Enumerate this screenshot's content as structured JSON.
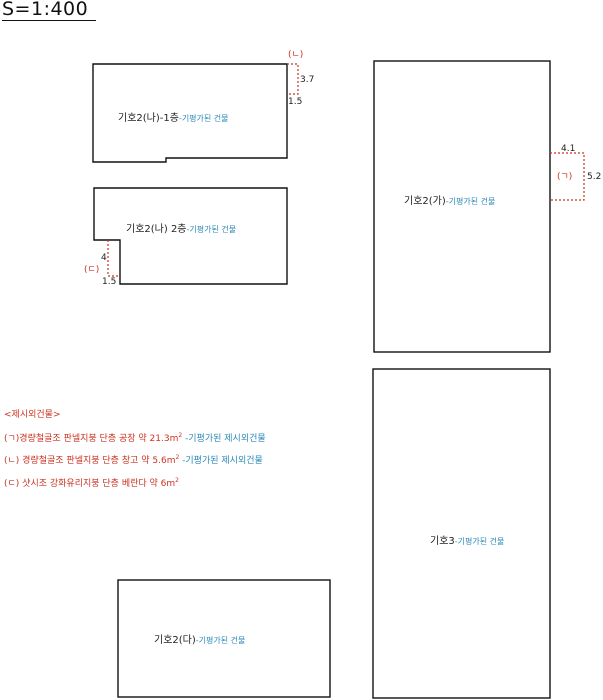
{
  "scale_label": "S=1:400",
  "colors": {
    "outline": "#111111",
    "annex": "#cc3322",
    "leased": "#2a8ab8"
  },
  "buildings": [
    {
      "id": "bldg-2na-1f",
      "label": "기호2(나)-1층",
      "suffix": "-기평가된 건물"
    },
    {
      "id": "bldg-2na-2f",
      "label": "기호2(나) 2층",
      "suffix": "-기평가된 건물"
    },
    {
      "id": "bldg-2ga",
      "label": "기호2(가)",
      "suffix": "-기평가된 건물"
    },
    {
      "id": "bldg-3",
      "label": "기호3",
      "suffix": "-기평가된 건물"
    },
    {
      "id": "bldg-2da",
      "label": "기호2(다)",
      "suffix": "-기평가된 건물"
    }
  ],
  "annex_marks": {
    "ga": {
      "symbol": "(ㄱ)",
      "dim_w": "4.1",
      "dim_h": "5.2"
    },
    "na": {
      "symbol": "(ㄴ)",
      "dim_h": "3.7",
      "dim_w": "1.5"
    },
    "da": {
      "symbol": "(ㄷ)",
      "dim_h": "4",
      "dim_w": "1.5"
    }
  },
  "legend": {
    "title": "<제시외건물>",
    "items": [
      {
        "text": "(ㄱ)경량철골조 판넬지붕 단층 공장 약 21.3m",
        "sup": "2",
        "note": " -기평가된 제시외건물"
      },
      {
        "text": "(ㄴ) 경량철골조 판넬지붕 단층 창고 약 5.6m",
        "sup": "2",
        "note": " -기평가된 제시외건물"
      },
      {
        "text": "(ㄷ) 샷시조 강화유리지붕 단층 베란다 약 6m",
        "sup": "2",
        "note": ""
      }
    ]
  }
}
